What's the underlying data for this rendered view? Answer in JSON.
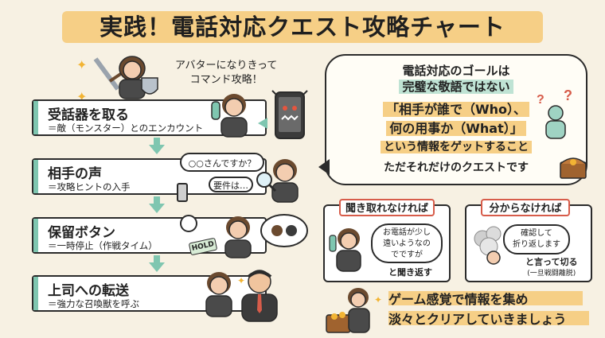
{
  "title": "実践！電話対応クエスト攻略チャート",
  "avatar_caption": [
    "アバターになりきって",
    "コマンド攻略！"
  ],
  "steps": [
    {
      "title": "受話器を取る",
      "sub": "＝敵（モンスター）とのエンカウント"
    },
    {
      "title": "相手の声",
      "sub": "＝攻略ヒントの入手"
    },
    {
      "title": "保留ボタン",
      "sub": "＝一時停止（作戦タイム）"
    },
    {
      "title": "上司への転送",
      "sub": "＝強力な召喚獣を呼ぶ"
    }
  ],
  "callouts": {
    "voice_1": "○○さんですか？",
    "voice_2": "要件は…",
    "hold_label": "HOLD"
  },
  "goal": {
    "line1": "電話対応のゴールは",
    "line2": "完璧な敬語ではない",
    "line3": "「相手が誰で（Who）、",
    "line4": "何の用事か（What）」",
    "line5": "という情報をゲットすること",
    "line6": "ただそれだけのクエストです"
  },
  "cases": [
    {
      "label": "聞き取れなければ",
      "bubble": [
        "お電話が少し",
        "遠いようなの",
        "でですが"
      ],
      "result": "と聞き返す"
    },
    {
      "label": "分からなければ",
      "bubble": [
        "確認して",
        "折り返します"
      ],
      "result": [
        "と言って切る",
        "(一旦戦闘離脱)"
      ]
    }
  ],
  "closing": [
    "ゲーム感覚で情報を集め",
    "淡々とクリアしていきましょう"
  ],
  "colors": {
    "accent_yellow": "#f6cf86",
    "accent_green": "#7fc6b0",
    "accent_red": "#d75c4a"
  }
}
